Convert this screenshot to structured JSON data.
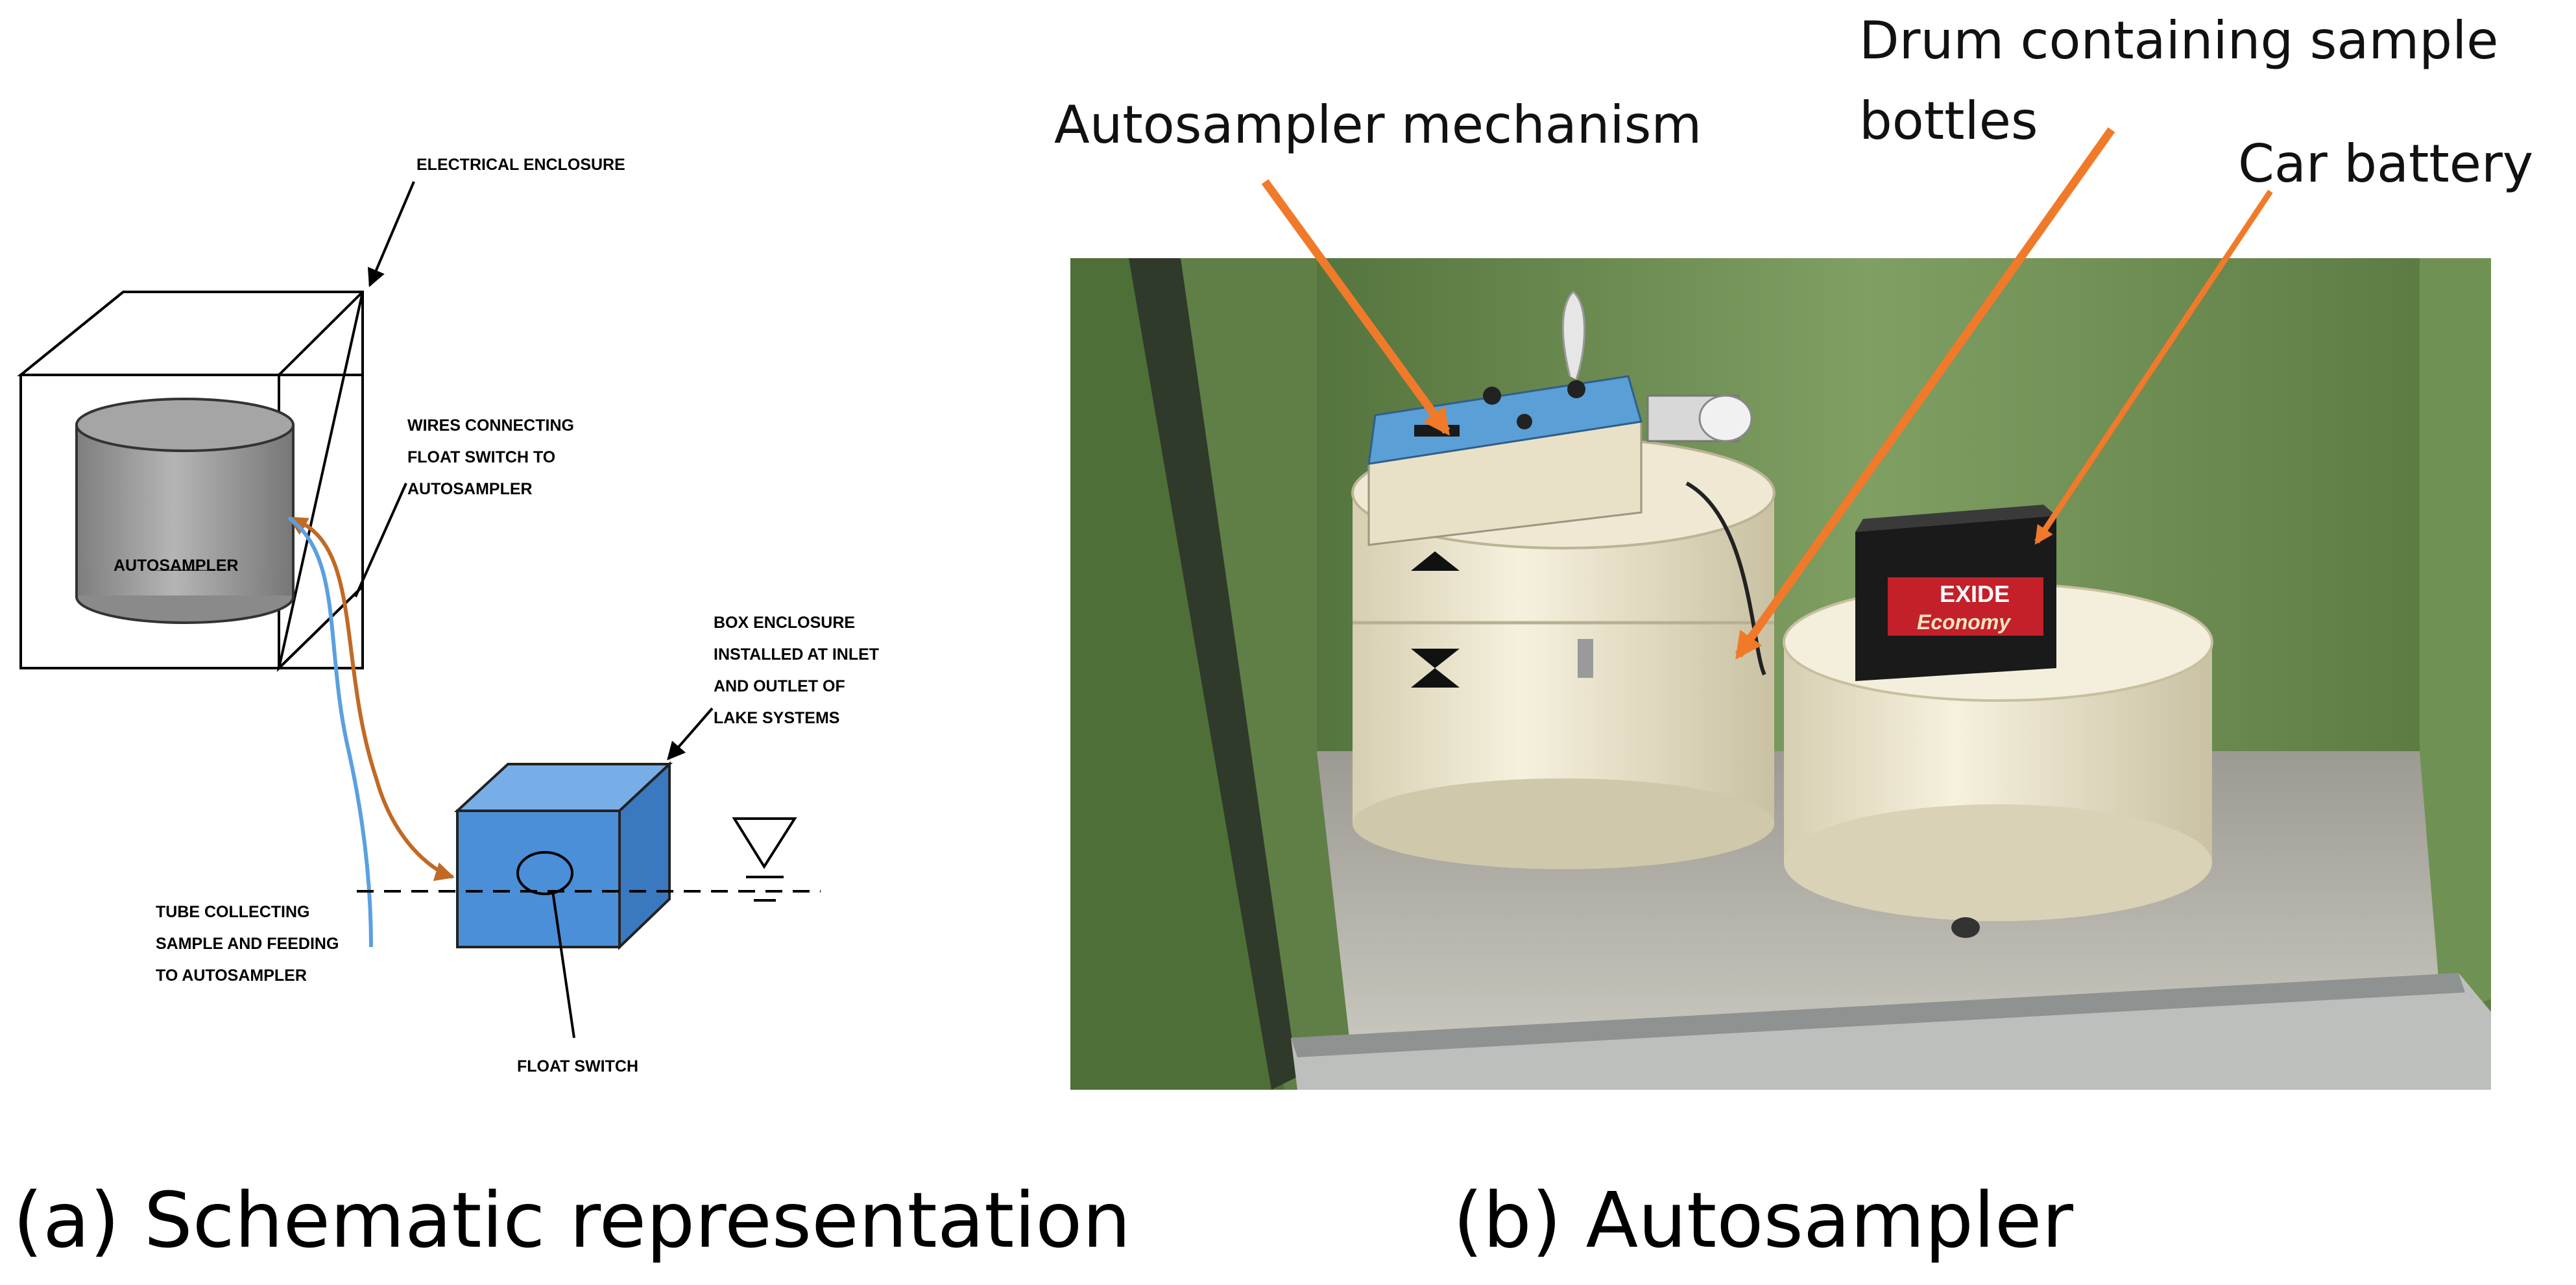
{
  "schematic": {
    "electrical_enclosure": "ELECTRICAL ENCLOSURE",
    "autosampler": "AUTOSAMPLER",
    "wires_line1": "WIRES CONNECTING",
    "wires_line2": "FLOAT SWITCH TO",
    "wires_line3": "AUTOSAMPLER",
    "box_line1": "BOX ENCLOSURE",
    "box_line2": "INSTALLED AT INLET",
    "box_line3": "AND OUTLET OF",
    "box_line4": "LAKE SYSTEMS",
    "tube_line1": "TUBE COLLECTING",
    "tube_line2": "SAMPLE AND FEEDING",
    "tube_line3": "TO AUTOSAMPLER",
    "float_switch": "FLOAT SWITCH",
    "colors": {
      "orange_wire": "#c06a25",
      "blue_tube": "#5aa0e0",
      "box_face": "#4a8fd8",
      "cylinder": "#9a9a9a"
    }
  },
  "photo": {
    "mechanism_label": "Autosampler mechanism",
    "drum_line1": "Drum containing sample",
    "drum_line2": "bottles",
    "battery_label": "Car battery",
    "battery_brand": "EXIDE",
    "battery_model": "Economy",
    "colors": {
      "arrow": "#f07a2a",
      "cabinet": "#6e8f52",
      "drum": "#ece6cf"
    }
  },
  "captions": {
    "a": "(a) Schematic representation",
    "b": "(b) Autosampler"
  }
}
